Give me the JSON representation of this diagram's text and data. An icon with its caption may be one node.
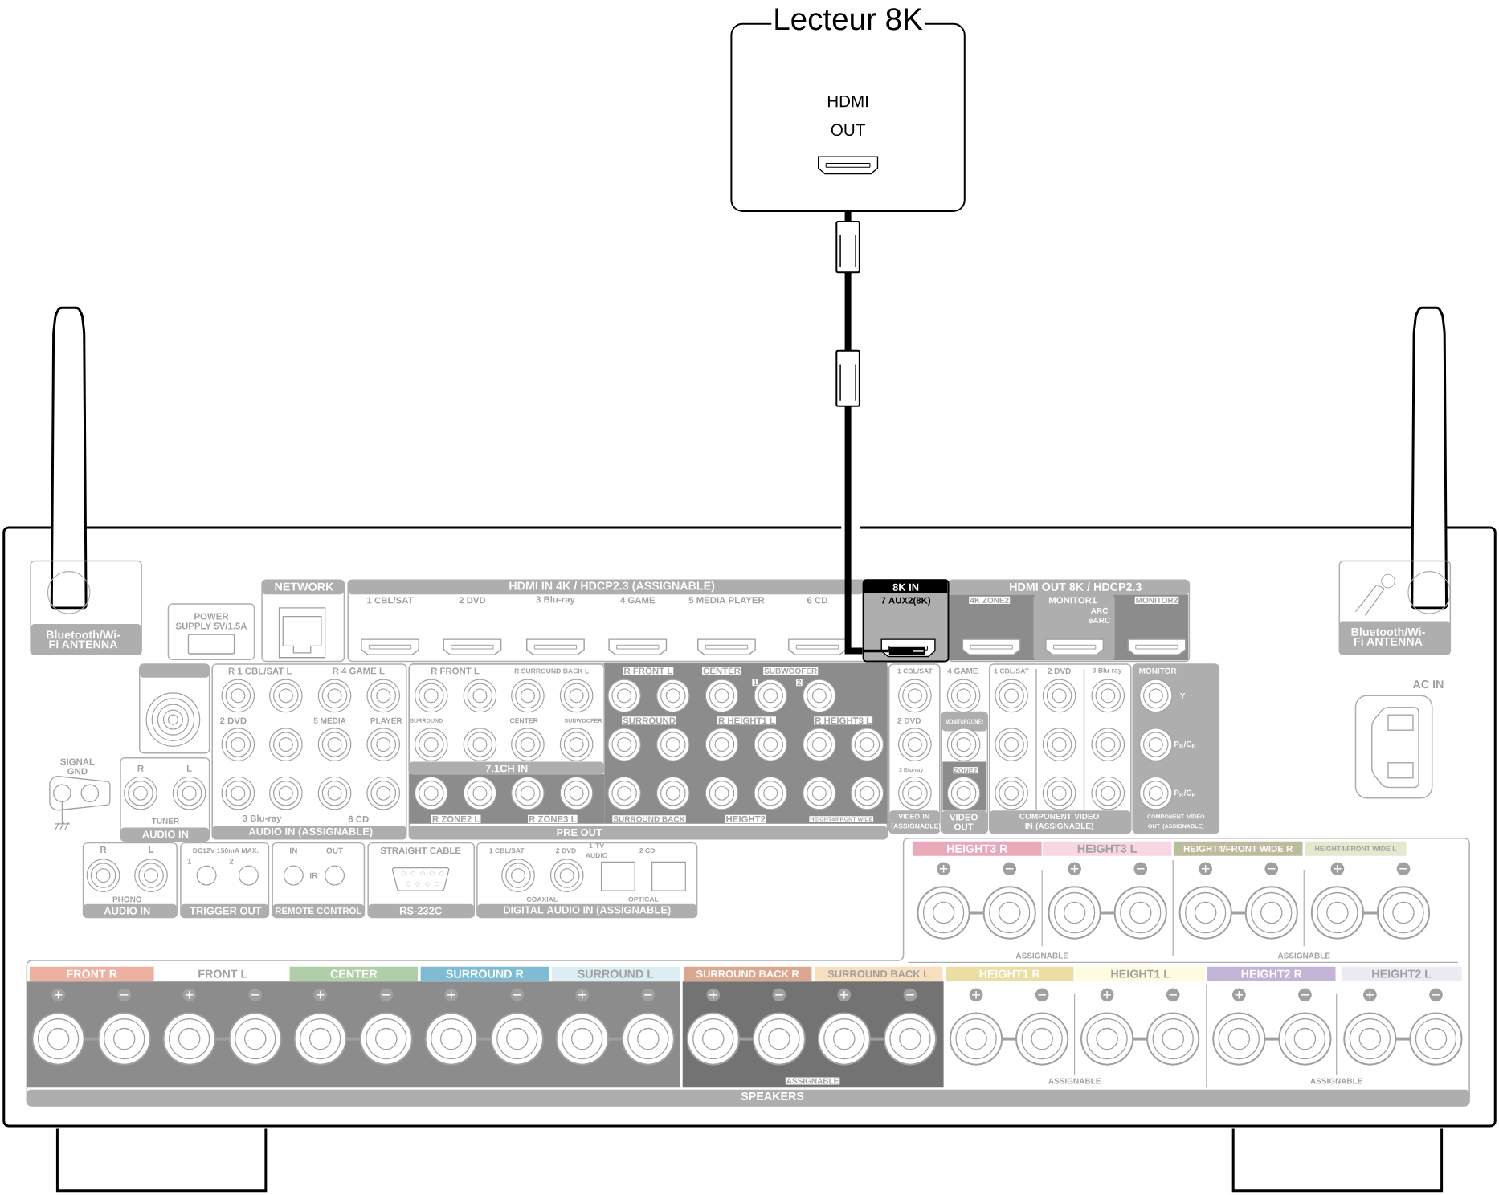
{
  "diagram": {
    "nodes": [
      {
        "text": [
          "Lecteur 8K",
          "HDMI OUT"
        ]
      },
      {
        "text": [
          "8K IN",
          "7 AUX2(8K)"
        ]
      }
    ],
    "edges": [
      {
        "from": 0,
        "to": 1,
        "arrow": "none"
      }
    ],
    "labels": [
      "Bluetooth/Wi-Fi ANTENNA",
      "POWER SUPPLY 5V/1.5A",
      "NETWORK",
      "HDMI IN 4K / HDCP2.3 (ASSIGNABLE)",
      "1 CBL/SAT",
      "2 DVD",
      "3 Blu-ray",
      "4 GAME",
      "5 MEDIA PLAYER",
      "6 CD",
      "HDMI OUT 8K / HDCP2.3",
      "4K ZONE2",
      "MONITOR1",
      "ARC eARC",
      "MONITOR2",
      "R 1 CBL/SAT L",
      "R 4 GAME L",
      "2 DVD",
      "5 MEDIA",
      "PLAYER",
      "3 Blu-ray",
      "6 CD",
      "AUDIO IN (ASSIGNABLE)",
      "SIGNAL GND",
      "R",
      "L",
      "TUNER",
      "AUDIO IN",
      "R FRONT L",
      "R SURROUND BACK L",
      "SURROUND",
      "CENTER",
      "SUBWOOFER",
      "7.1CH IN",
      "R FRONT L",
      "CENTER",
      "SUBWOOFER",
      "1",
      "2",
      "SURROUND",
      "R HEIGHT1 L",
      "R HEIGHT3 L",
      "R ZONE2 L",
      "R ZONE3 L",
      "SURROUND BACK",
      "HEIGHT2",
      "HEIGHT4/FRONT WIDE",
      "PRE OUT",
      "1 CBL/SAT",
      "4 GAME",
      "2 DVD",
      "MONITOR/ZONE2",
      "3 Blu-ray",
      "ZONE2",
      "VIDEO IN (ASSIGNABLE)",
      "VIDEO OUT",
      "1 CBL/SAT",
      "2 DVD",
      "3 Blu-ray",
      "COMPONENT VIDEO IN (ASSIGNABLE)",
      "MONITOR",
      "Y",
      "P$_{B}$/C$_{B}$",
      "P$_{R}$/C$_{R}$",
      "COMPONENT VIDEO OUT (ASSIGNABLE)",
      "Bluetooth/Wi-Fi ANTENNA",
      "AC IN",
      "R",
      "L",
      "PHONO",
      "AUDIO IN",
      "DC12V 150mA MAX.",
      "1",
      "2",
      "TRIGGER OUT",
      "IN",
      "OUT",
      "IR",
      "REMOTE CONTROL",
      "STRAIGHT CABLE",
      "RS-232C",
      "1 CBL/SAT",
      "2 DVD",
      "1 TV AUDIO",
      "2 CD",
      "COAXIAL",
      "OPTICAL",
      "DIGITAL AUDIO IN (ASSIGNABLE)",
      "HEIGHT3 R",
      "HEIGHT3 L",
      "HEIGHT4/FRONT WIDE R",
      "HEIGHT4/FRONT WIDE L",
      "ASSIGNABLE",
      "ASSIGNABLE",
      "FRONT R",
      "FRONT L",
      "CENTER",
      "SURROUND R",
      "SURROUND L",
      "SURROUND BACK R",
      "SURROUND BACK L",
      "HEIGHT1 R",
      "HEIGHT1 L",
      "HEIGHT2 R",
      "HEIGHT2 L",
      "ASSIGNABLE",
      "ASSIGNABLE",
      "ASSIGNABLE",
      "SPEAKERS"
    ]
  }
}
